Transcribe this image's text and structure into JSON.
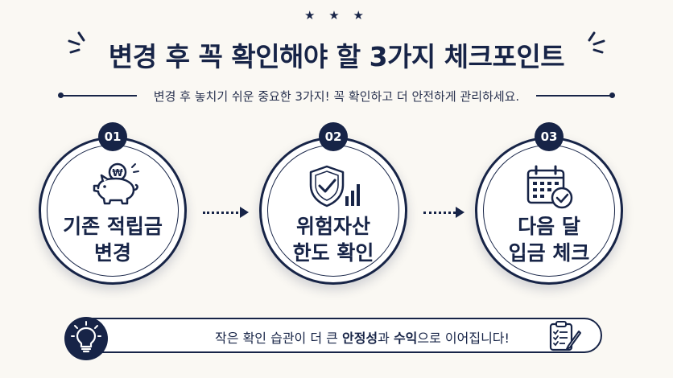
{
  "header": {
    "stars": "★ ★ ★",
    "title": "변경 후 꼭 확인해야 할 3가지 체크포인트",
    "subtitle": "변경 후 놓치기 쉬운 중요한 3가지! 꼭 확인하고 더 안전하게 관리하세요."
  },
  "steps": [
    {
      "number": "01",
      "label": "기존 적립금\n변경",
      "icon": "piggy-bank-icon"
    },
    {
      "number": "02",
      "label": "위험자산\n한도 확인",
      "icon": "shield-check-icon"
    },
    {
      "number": "03",
      "label": "다음 달\n입금 체크",
      "icon": "calendar-check-icon"
    }
  ],
  "tip": {
    "icon": "lightbulb-icon",
    "text_before": "작은 확인 습관이 더 큰 ",
    "highlight1": "안정성",
    "text_middle": "과 ",
    "highlight2": "수익",
    "text_after": "으로 이어집니다!",
    "end_icon": "checklist-icon"
  },
  "colors": {
    "navy": "#172447",
    "background": "#faf8f3"
  }
}
